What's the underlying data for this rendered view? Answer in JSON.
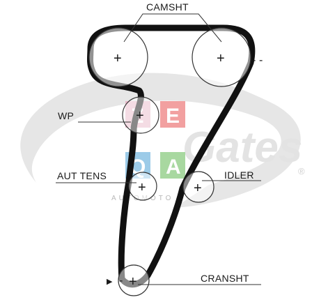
{
  "labels": {
    "camshaft": "CAMSHT",
    "water_pump": "WP",
    "auto_tensioner": "AUT TENS",
    "idler": "IDLER",
    "crankshaft": "CRANSHT"
  },
  "watermark": {
    "registered_mark": "®",
    "letters": [
      "Z",
      "E",
      "Q",
      "A"
    ],
    "subtitle": "AUTOMOTO",
    "colors": {
      "swoosh": "#e6e6e6",
      "tile_z": "#e8b8c8",
      "tile_e": "#f2a0a0",
      "tile_q": "#9ccbe8",
      "tile_a": "#a8d8a0"
    }
  },
  "symbols": {
    "center_mark": "+",
    "rotation_marker": "▶",
    "tension_marker": "-"
  },
  "colors": {
    "belt": "#111111",
    "pulley": "#333333"
  }
}
